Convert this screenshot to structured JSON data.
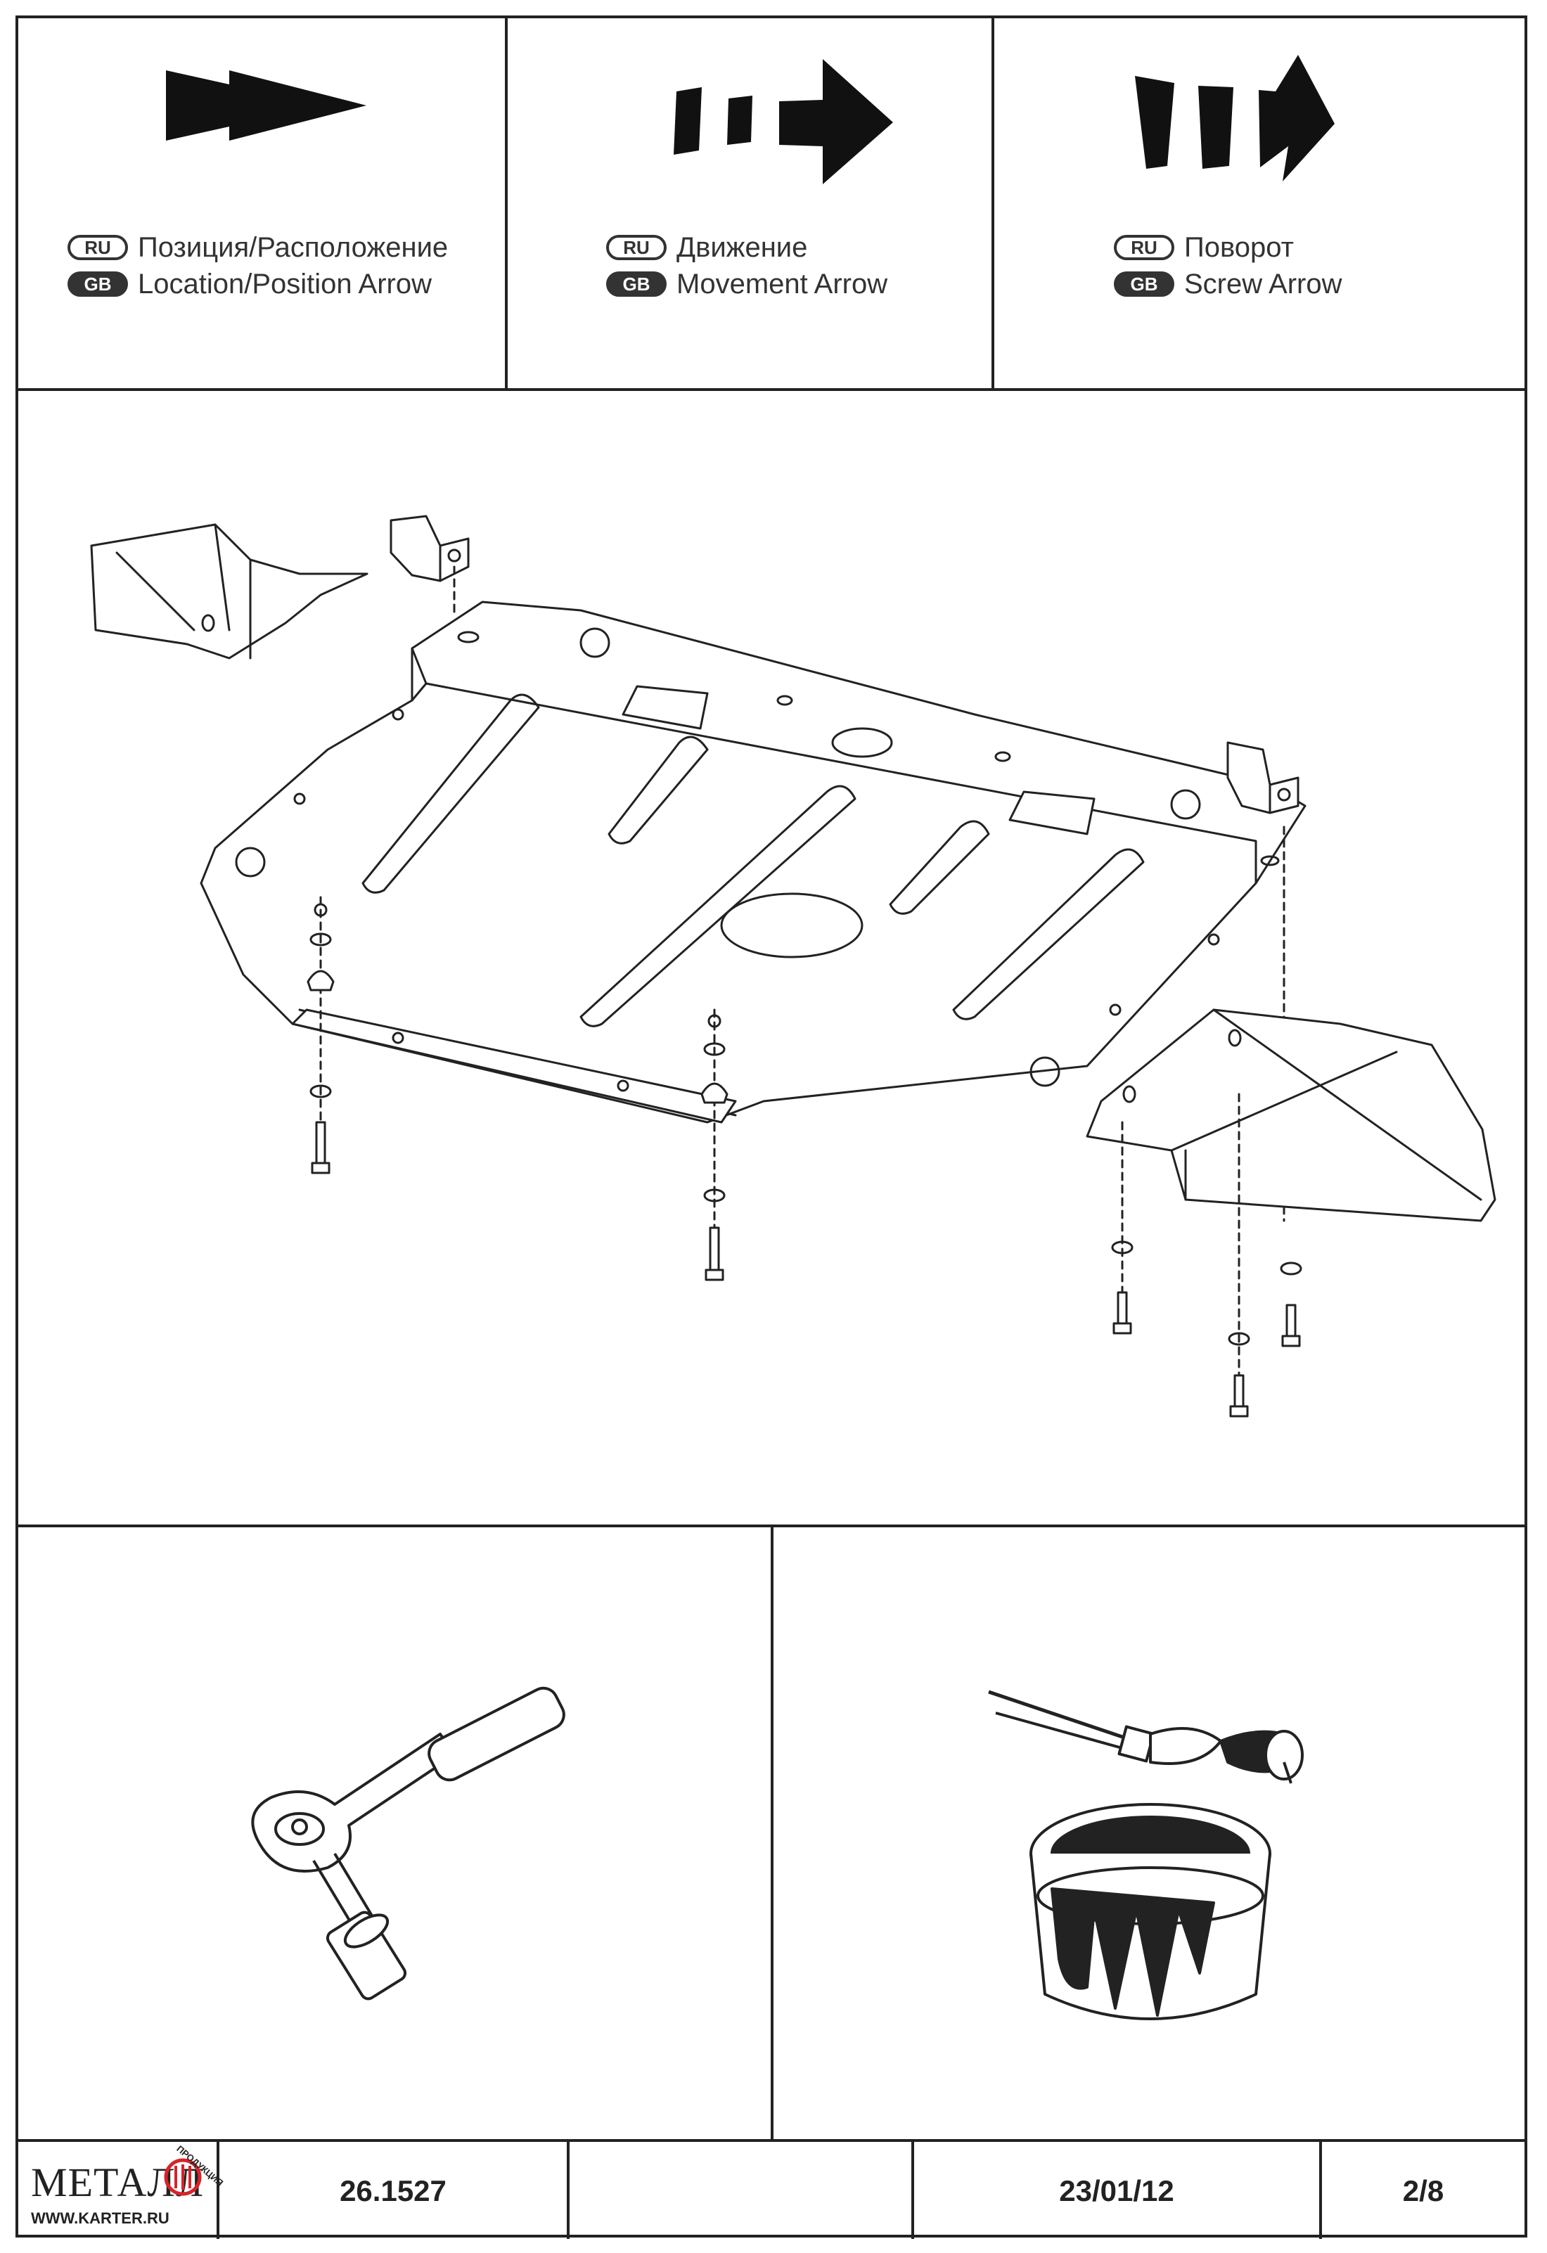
{
  "legend": [
    {
      "ru_tag": "RU",
      "gb_tag": "GB",
      "ru_label": "Позиция/Расположение",
      "gb_label": "Location/Position Arrow",
      "icon": "location-position-arrow-icon"
    },
    {
      "ru_tag": "RU",
      "gb_tag": "GB",
      "ru_label": "Движение",
      "gb_label": "Movement Arrow",
      "icon": "movement-arrow-icon"
    },
    {
      "ru_tag": "RU",
      "gb_tag": "GB",
      "ru_label": "Поворот",
      "gb_label": "Screw Arrow",
      "icon": "screw-arrow-icon"
    }
  ],
  "illustrations": {
    "main": "skid-plate-assembly-drawing",
    "tool": "ratchet-wrench-icon",
    "paint": "paint-can-brush-icon"
  },
  "footer": {
    "logo_text": "МЕТАЛЛ",
    "logo_arc_text": "ПРОДУКЦИЯ",
    "logo_url": "WWW.KARTER.RU",
    "part_number": "26.1527",
    "blank": "",
    "date": "23/01/12",
    "page": "2/8"
  },
  "colors": {
    "ink": "#222222",
    "paper": "#ffffff",
    "logo_red": "#d8232a"
  }
}
